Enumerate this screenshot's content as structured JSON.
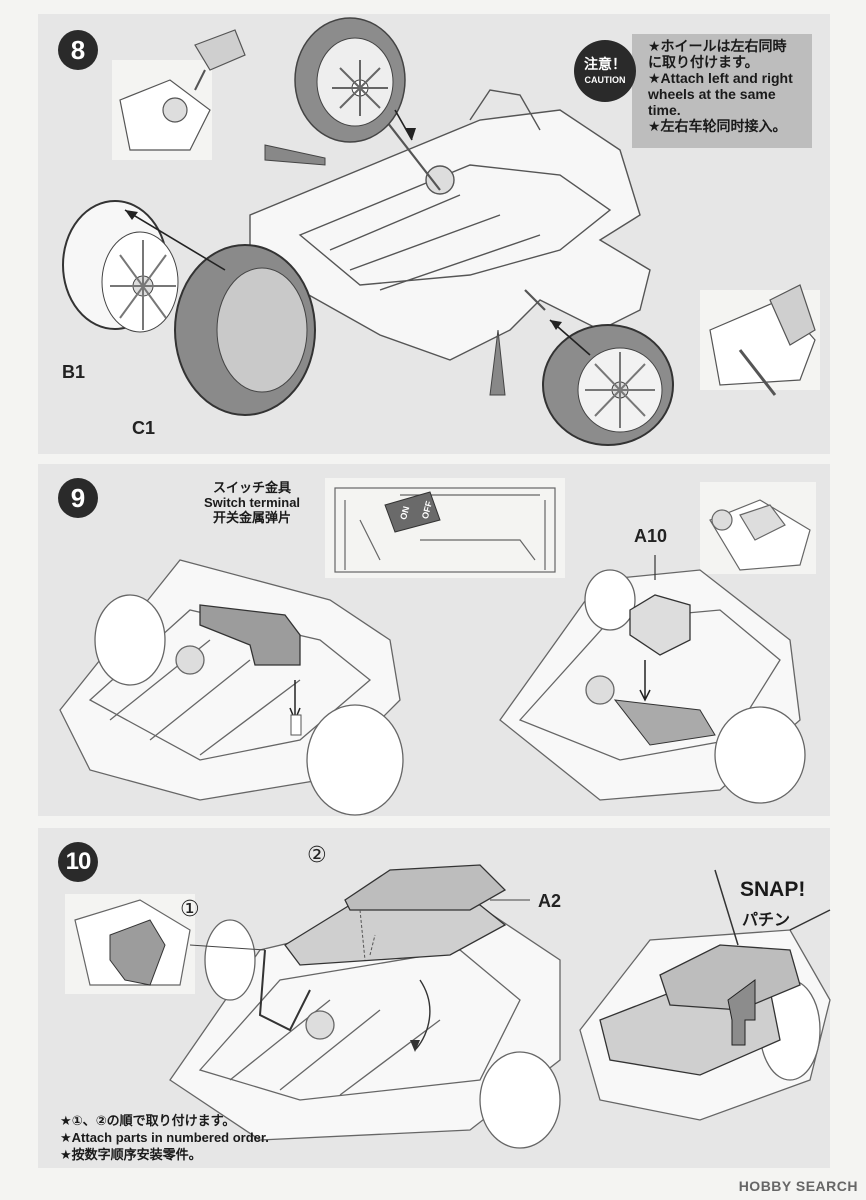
{
  "steps": {
    "s8": {
      "number": "8",
      "labels": {
        "b1": "B1",
        "c1": "C1"
      },
      "caution": {
        "badge_jp": "注意！",
        "badge_en": "CAUTION",
        "line_jp1": "★ホイールは左右同時",
        "line_jp2": "に取り付けます。",
        "line_en1": "★Attach left and right",
        "line_en2": "wheels at the same",
        "line_en3": "time.",
        "line_cn": "★左右车轮同时接入。"
      }
    },
    "s9": {
      "number": "9",
      "switch_jp": "スイッチ金具",
      "switch_en": "Switch terminal",
      "switch_cn": "开关金属弹片",
      "a10": "A10",
      "on_label": "ON",
      "off_label": "OFF"
    },
    "s10": {
      "number": "10",
      "circle1": "①",
      "circle2": "②",
      "a2": "A2",
      "snap_en": "SNAP!",
      "snap_jp": "パチン",
      "note_jp": "★①、②の順で取り付けます。",
      "note_en": "★Attach parts in numbered order.",
      "note_cn": "★按数字顺序安装零件。"
    }
  },
  "watermark": "HOBBY SEARCH",
  "colors": {
    "panel": "#e6e6e6",
    "page": "#f4f4f2",
    "caution_box": "#bdbdbd",
    "dark": "#2a2a2a"
  }
}
